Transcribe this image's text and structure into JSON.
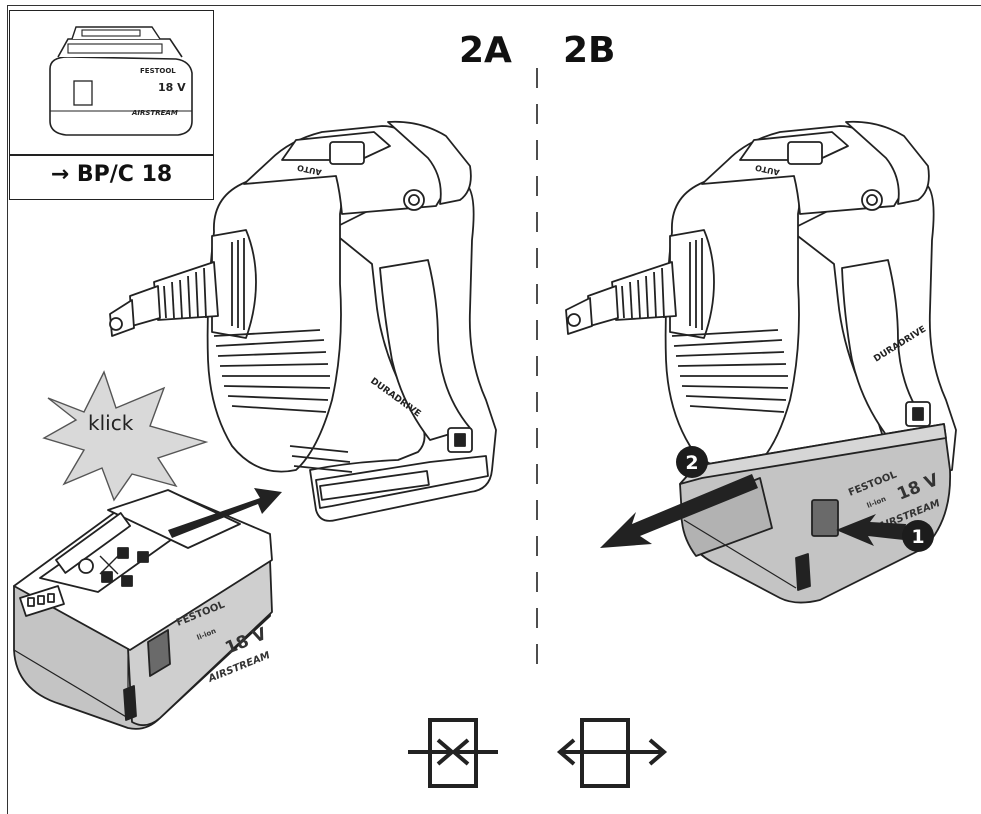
{
  "inset": {
    "caption": "→ BP/C 18",
    "battery_brand": "FESTOOL",
    "battery_voltage": "18 V",
    "battery_series": "AIRSTREAM"
  },
  "panels": {
    "a_label": "2A",
    "b_label": "2B"
  },
  "drill": {
    "mode_label": "AUTO",
    "brand": "DURADRIVE"
  },
  "battery": {
    "brand": "FESTOOL",
    "sub": "li-ion",
    "voltage": "18 V",
    "series": "AIRSTREAM"
  },
  "annotations": {
    "click_text": "klick",
    "step_1": "1",
    "step_2": "2"
  },
  "colors": {
    "line": "#222222",
    "battery_grey": "#c4c4c4",
    "battery_dark": "#8e8e8e",
    "badge": "#1c1c1c",
    "starburst": "#d9d9d9"
  }
}
